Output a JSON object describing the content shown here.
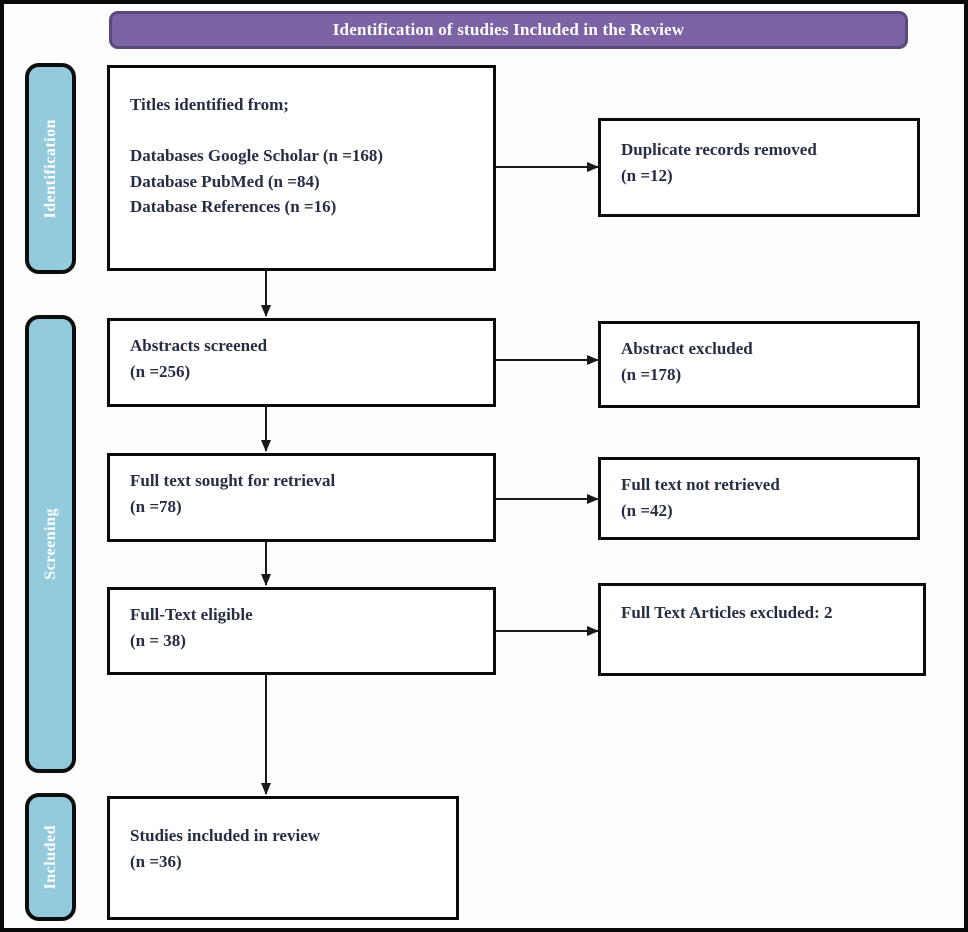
{
  "diagram": {
    "title": "Identification of studies Included in the Review",
    "stages": [
      {
        "label": "Identification"
      },
      {
        "label": "Screening"
      },
      {
        "label": "Included"
      }
    ],
    "main_flow": [
      {
        "id": "titles-identified",
        "lines": [
          "Titles identified from;",
          "",
          "Databases Google Scholar (n =168)",
          "Database PubMed (n =84)",
          "Database References (n =16)"
        ]
      },
      {
        "id": "abstracts-screened",
        "lines": [
          "Abstracts screened",
          "(n =256)"
        ]
      },
      {
        "id": "fulltext-sought",
        "lines": [
          "Full text sought for retrieval",
          "(n =78)"
        ]
      },
      {
        "id": "fulltext-eligible",
        "lines": [
          "Full-Text eligible",
          "(n = 38)"
        ]
      },
      {
        "id": "studies-included",
        "lines": [
          "Studies included in review",
          "(n =36)"
        ]
      }
    ],
    "exclusion_flow": [
      {
        "id": "duplicates-removed",
        "lines": [
          "Duplicate records removed",
          "(n =12)"
        ]
      },
      {
        "id": "abstract-excluded",
        "lines": [
          "Abstract excluded",
          "(n =178)"
        ]
      },
      {
        "id": "fulltext-not-retrieved",
        "lines": [
          "Full text not retrieved",
          "(n =42)"
        ]
      },
      {
        "id": "fulltext-articles-excluded",
        "lines": [
          "Full Text Articles excluded: 2"
        ]
      }
    ],
    "colors": {
      "purple": "#7b63a5",
      "purple_border": "#5a4a7c",
      "teal": "#93cbdc",
      "ink": "#262e45",
      "arrow": "#1a1a1a"
    }
  }
}
